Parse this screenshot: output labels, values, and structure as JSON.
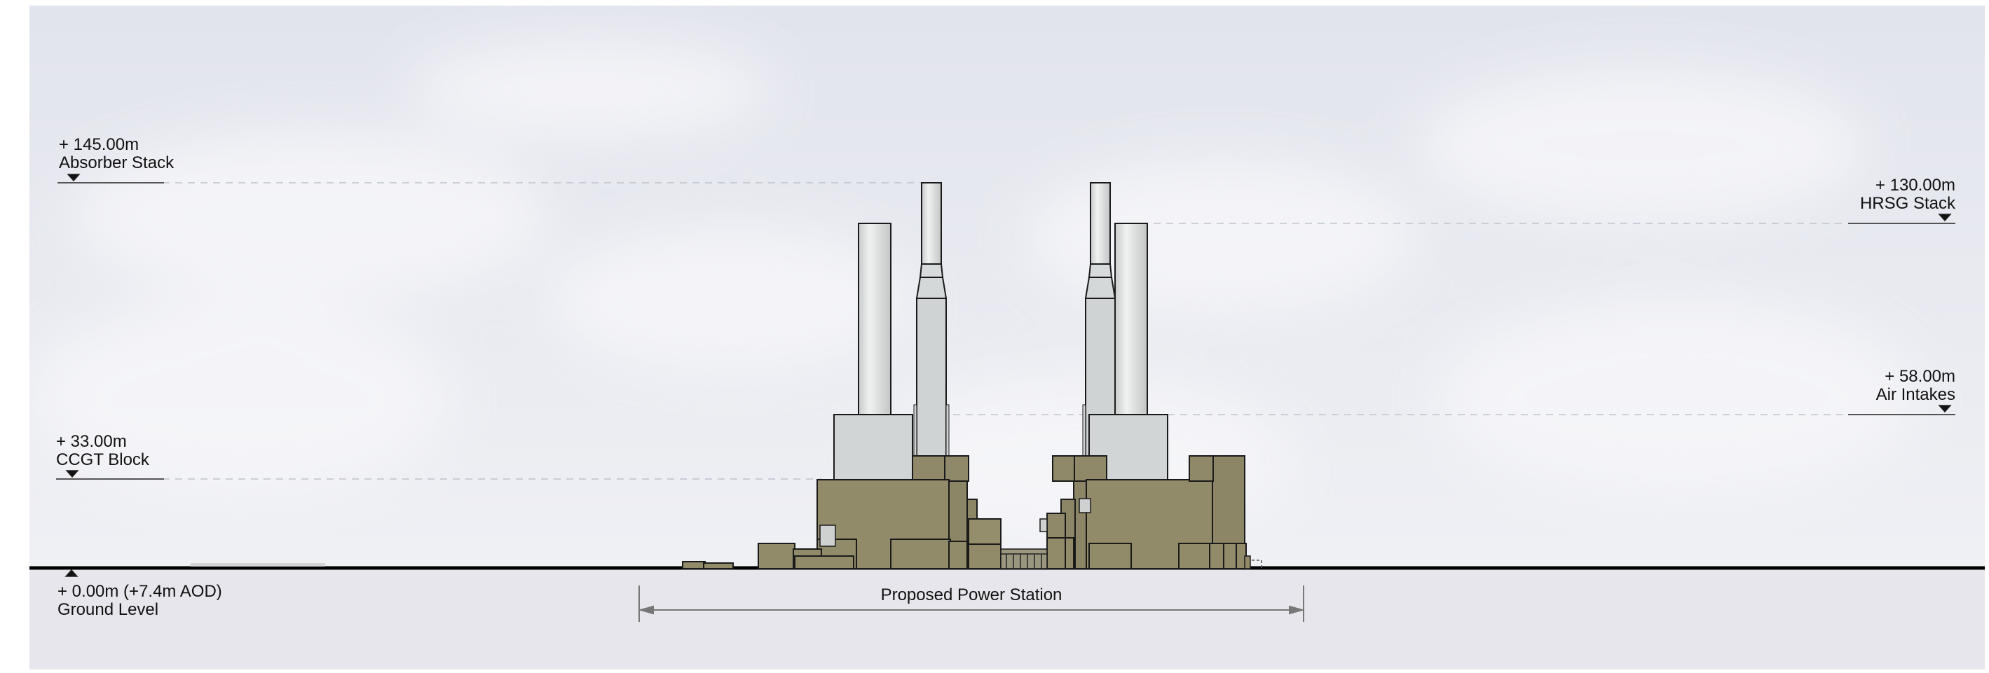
{
  "drawing": {
    "ground_fill": "#e6e6ec",
    "sky_top": "#e4e6ee",
    "sky_bottom": "#eef0f4",
    "building_colour": "#918b6a",
    "stack_colour": "#dfe2e2"
  },
  "levels": {
    "absorber": {
      "value": "+ 145.00m",
      "label": "Absorber Stack"
    },
    "hrsg": {
      "value": "+ 130.00m",
      "label": "HRSG Stack"
    },
    "air": {
      "value": "+ 58.00m",
      "label": "Air Intakes"
    },
    "ccgt": {
      "value": "+ 33.00m",
      "label": "CCGT Block"
    },
    "ground": {
      "value": "+ 0.00m (+7.4m AOD)",
      "label": "Ground Level"
    }
  },
  "dimension": {
    "label": "Proposed Power Station"
  }
}
